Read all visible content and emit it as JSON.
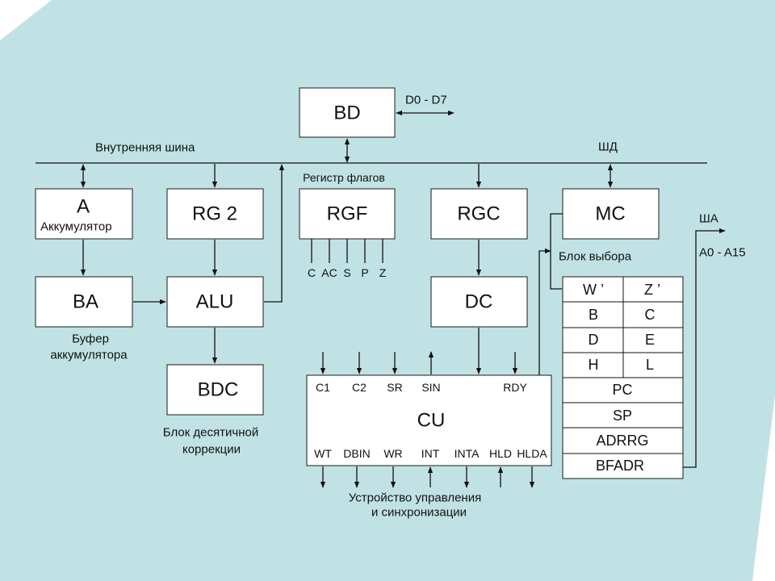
{
  "colors": {
    "background": "#c1e2e4",
    "white_wedge": "#ffffff",
    "box_fill": "#ffffff",
    "line": "#111111"
  },
  "blocks": {
    "bd": "BD",
    "a": "A",
    "a_sub": "Аккумулятор",
    "rg2": "RG 2",
    "rgf": "RGF",
    "rgc": "RGC",
    "mc": "MC",
    "ba": "BA",
    "alu": "ALU",
    "dc": "DC",
    "bdc": "BDC",
    "cu": "CU"
  },
  "labels": {
    "data_bus_lines": "D0 - D7",
    "internal_bus": "Внутренняя шина",
    "data_bus": "ШД",
    "flags_register": "Регистр флагов",
    "select_block": "Блок выбора",
    "address_bus": "ША",
    "address_lines": "A0 - A15",
    "buffer_line1": "Буфер",
    "buffer_line2": "аккумулятора",
    "decimal_line1": "Блок десятичной",
    "decimal_line2": "коррекции",
    "control_line1": "Устройство управления",
    "control_line2": "и синхронизации"
  },
  "flags": [
    "C",
    "AC",
    "S",
    "P",
    "Z"
  ],
  "cu_inputs": [
    "C1",
    "C2",
    "SR",
    "SIN",
    "RDY"
  ],
  "cu_outputs": [
    "WT",
    "DBIN",
    "WR",
    "INT",
    "INTA",
    "HLD",
    "HLDA"
  ],
  "register_file": {
    "pairs": [
      {
        "left": "W ’",
        "right": "Z ’"
      },
      {
        "left": "B",
        "right": "C"
      },
      {
        "left": "D",
        "right": "E"
      },
      {
        "left": "H",
        "right": "L"
      }
    ],
    "singles": [
      "PC",
      "SP",
      "ADRRG",
      "BFADR"
    ]
  }
}
